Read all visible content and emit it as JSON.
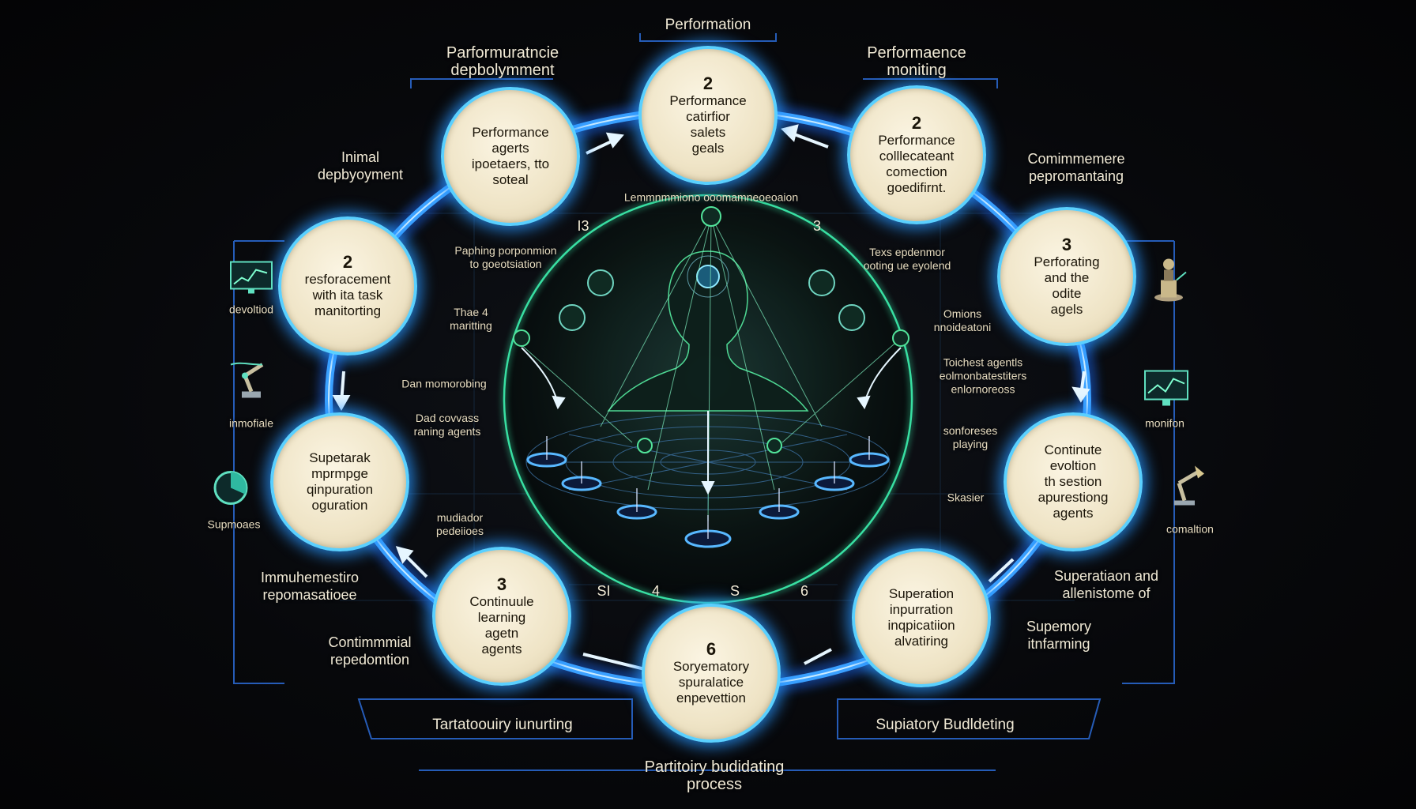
{
  "top": {
    "title": "Performation",
    "left_header": "Parformuratncie\ndepbolymment",
    "right_header": "Performaence\nmoniting"
  },
  "nodes": [
    {
      "num": "2",
      "text": "Performance\ncatirfior\nsalets\ngeals"
    },
    {
      "num": "2",
      "text": "Performance\ncolllecateant\ncomection\ngoedifirnt."
    },
    {
      "num": "3",
      "text": "Perforating\nand the\nodite\nagels"
    },
    {
      "num": "",
      "text": "Continute\nevoltion\nth sestion\napurestiong\nagents"
    },
    {
      "num": "",
      "text": "Superation\ninpurration\ninqpicatiion\nalvatiring"
    },
    {
      "num": "6",
      "text": "Soryematory\nspuralatice\nenpevettion"
    },
    {
      "num": "3",
      "text": "Continuule\nlearning\nagetn\nagents"
    },
    {
      "num": "",
      "text": "Supetarak\nmprmpge\nqinpuration\noguration"
    },
    {
      "num": "2",
      "text": "resforacement\nwith ita task\nmanitorting"
    },
    {
      "num": "",
      "text": "Performance\nagerts\nipoetaers, tto\nsoteal"
    }
  ],
  "side_labels": {
    "initial_deployment": "Inimal\ndepbyoyment",
    "commonmere": "Comimmemere\npepromantaing",
    "devolution": "devoltiod",
    "inmotion": "inmofiale",
    "supmoaes": "Supmoaes",
    "monitor": "monifon",
    "cumation": "comaltion",
    "immediate": "Immuhemestiro\nrepomasatioee",
    "continual": "Contimmmial\nrepedomtion",
    "superatan": "Superatiaon and\nallenistome of",
    "supemory": "Supemory\nitnfarming"
  },
  "inner_labels": {
    "top_center": "Lemmnmmiono ooomamneoeoaion",
    "paring": "Paphing porponmion\nto goeotsiation",
    "texs": "Texs epdenmor\nooting ue eyolend",
    "thae": "Thae 4\nmaritting",
    "omions": "Omions\nnnoideatoni",
    "dan": "Dan momorobing",
    "tchest": "Toichest agentls\neolmonbatestiters\nenlornoreoss",
    "dad": "Dad covvass\nraning agents",
    "conforeses": "sonforeses\nplaying",
    "mudrfor": "mudiador\npedeiioes",
    "shasior": "Skasier",
    "n13": "I3",
    "n3": "3",
    "s1": "SI",
    "s4": "4",
    "s5": "S",
    "s6": "6"
  },
  "bottom": {
    "left_banner": "Tartatoouiry iunurting",
    "right_banner": "Supiatory Budldeting",
    "footer": "Partitoiry budidating\nprocess"
  },
  "colors": {
    "ring": "#2f8fff",
    "node_fill": "#f3ead0",
    "accent_green": "#52e39a",
    "panel_line": "#2b6bd6"
  }
}
